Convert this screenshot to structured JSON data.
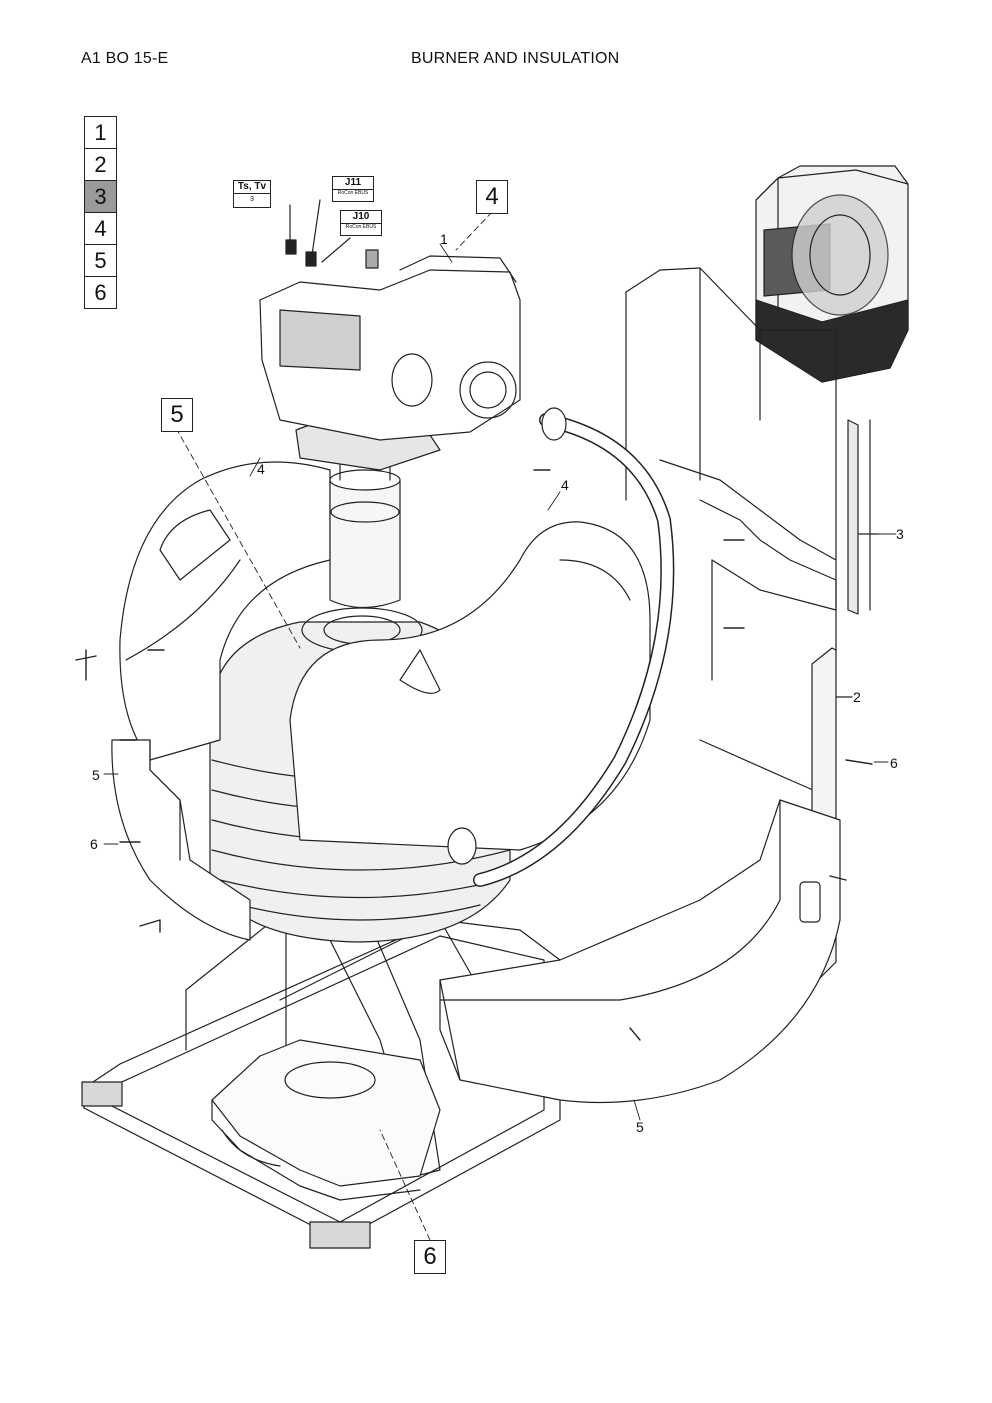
{
  "header": {
    "code": "A1 BO 15-E",
    "title": "BURNER AND INSULATION"
  },
  "nav": {
    "items": [
      "1",
      "2",
      "3",
      "4",
      "5",
      "6"
    ],
    "active_index": 2,
    "active_color": "#9a9a9a"
  },
  "callouts": {
    "box_4": "4",
    "box_5": "5",
    "box_6": "6",
    "labels": {
      "n1": "1",
      "n2": "2",
      "n3": "3",
      "n4a": "4",
      "n4b": "4",
      "n5a": "5",
      "n5b": "5",
      "n6a": "6",
      "n6b": "6"
    }
  },
  "connectors": {
    "ts": {
      "title": "Ts, Tv",
      "value": "3"
    },
    "j11": {
      "title": "J11",
      "subtitle": "RoCon EBUS"
    },
    "j10": {
      "title": "J10",
      "subtitle": "RoCon EBUS"
    }
  }
}
